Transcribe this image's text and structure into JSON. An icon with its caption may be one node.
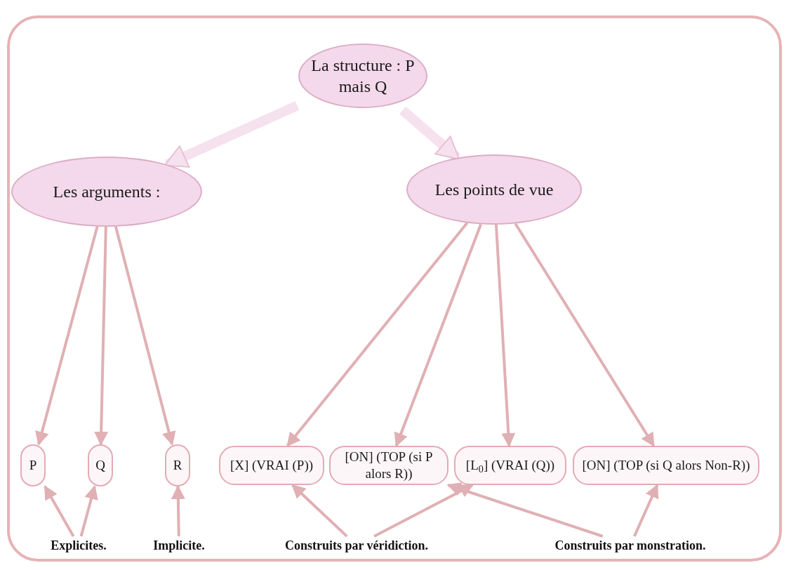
{
  "diagram": {
    "nodes": [
      {
        "text": [
          "La structure : P mais Q"
        ]
      },
      {
        "text": [
          "Les arguments :"
        ]
      },
      {
        "text": [
          "Les points de vue"
        ]
      },
      {
        "text": [
          "P"
        ]
      },
      {
        "text": [
          "Q"
        ]
      },
      {
        "text": [
          "R"
        ]
      },
      {
        "text": [
          "[X] (VRAI (P))"
        ]
      },
      {
        "text": [
          "[ON] (TOP (si P alors R))"
        ]
      },
      {
        "text": [
          "[L$_{0}$] (VRAI (Q))"
        ]
      },
      {
        "text": [
          "[ON] (TOP (si Q alors Non-R))"
        ]
      },
      {
        "text": [
          "Explicites."
        ]
      },
      {
        "text": [
          "Implicite."
        ]
      },
      {
        "text": [
          "Construits par véridiction."
        ]
      },
      {
        "text": [
          "Construits par monstration."
        ]
      }
    ],
    "edges": [
      {
        "from": 0,
        "to": 1,
        "arrow": "to",
        "style": "thick",
        "color": "#f6e1ee"
      },
      {
        "from": 0,
        "to": 2,
        "arrow": "to",
        "style": "thick",
        "color": "#f6e1ee"
      },
      {
        "from": 1,
        "to": 3,
        "arrow": "to"
      },
      {
        "from": 1,
        "to": 4,
        "arrow": "to"
      },
      {
        "from": 1,
        "to": 5,
        "arrow": "to"
      },
      {
        "from": 2,
        "to": 6,
        "arrow": "to"
      },
      {
        "from": 2,
        "to": 7,
        "arrow": "to"
      },
      {
        "from": 2,
        "to": 8,
        "arrow": "to"
      },
      {
        "from": 2,
        "to": 9,
        "arrow": "to"
      },
      {
        "from": 10,
        "to": 3,
        "arrow": "to"
      },
      {
        "from": 10,
        "to": 4,
        "arrow": "to"
      },
      {
        "from": 11,
        "to": 5,
        "arrow": "to"
      },
      {
        "from": 12,
        "to": 6,
        "arrow": "to"
      },
      {
        "from": 12,
        "to": 8,
        "arrow": "to"
      },
      {
        "from": 13,
        "to": 7,
        "arrow": "to"
      },
      {
        "from": 13,
        "to": 9,
        "arrow": "to"
      }
    ]
  }
}
